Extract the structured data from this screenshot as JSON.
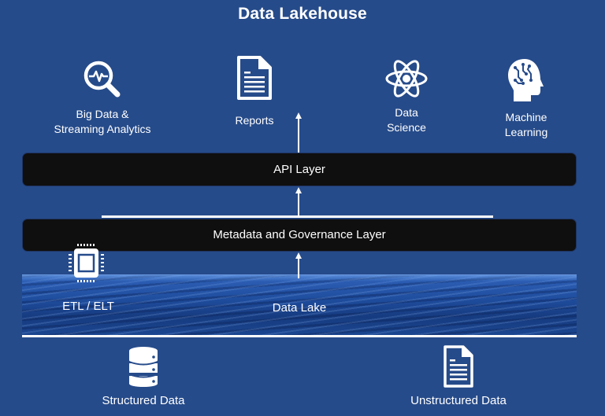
{
  "title": "Data Lakehouse",
  "consumers": [
    {
      "label_line1": "Big Data &",
      "label_line2": "Streaming Analytics",
      "icon": "magnifier-pulse-icon"
    },
    {
      "label_line1": "Reports",
      "label_line2": "",
      "icon": "document-icon"
    },
    {
      "label_line1": "Data",
      "label_line2": "Science",
      "icon": "atom-icon"
    },
    {
      "label_line1": "Machine",
      "label_line2": "Learning",
      "icon": "brain-head-icon"
    }
  ],
  "layers": {
    "api": "API Layer",
    "metadata": "Metadata and Governance Layer",
    "lake": "Data Lake"
  },
  "etl": {
    "label": "ETL / ELT",
    "icon": "processor-chip-icon"
  },
  "sources": [
    {
      "label": "Structured Data",
      "icon": "database-icon"
    },
    {
      "label": "Unstructured Data",
      "icon": "document-icon"
    }
  ],
  "colors": {
    "background": "#264b8a",
    "layer_bar": "#0f0f0f",
    "text": "#ffffff"
  }
}
